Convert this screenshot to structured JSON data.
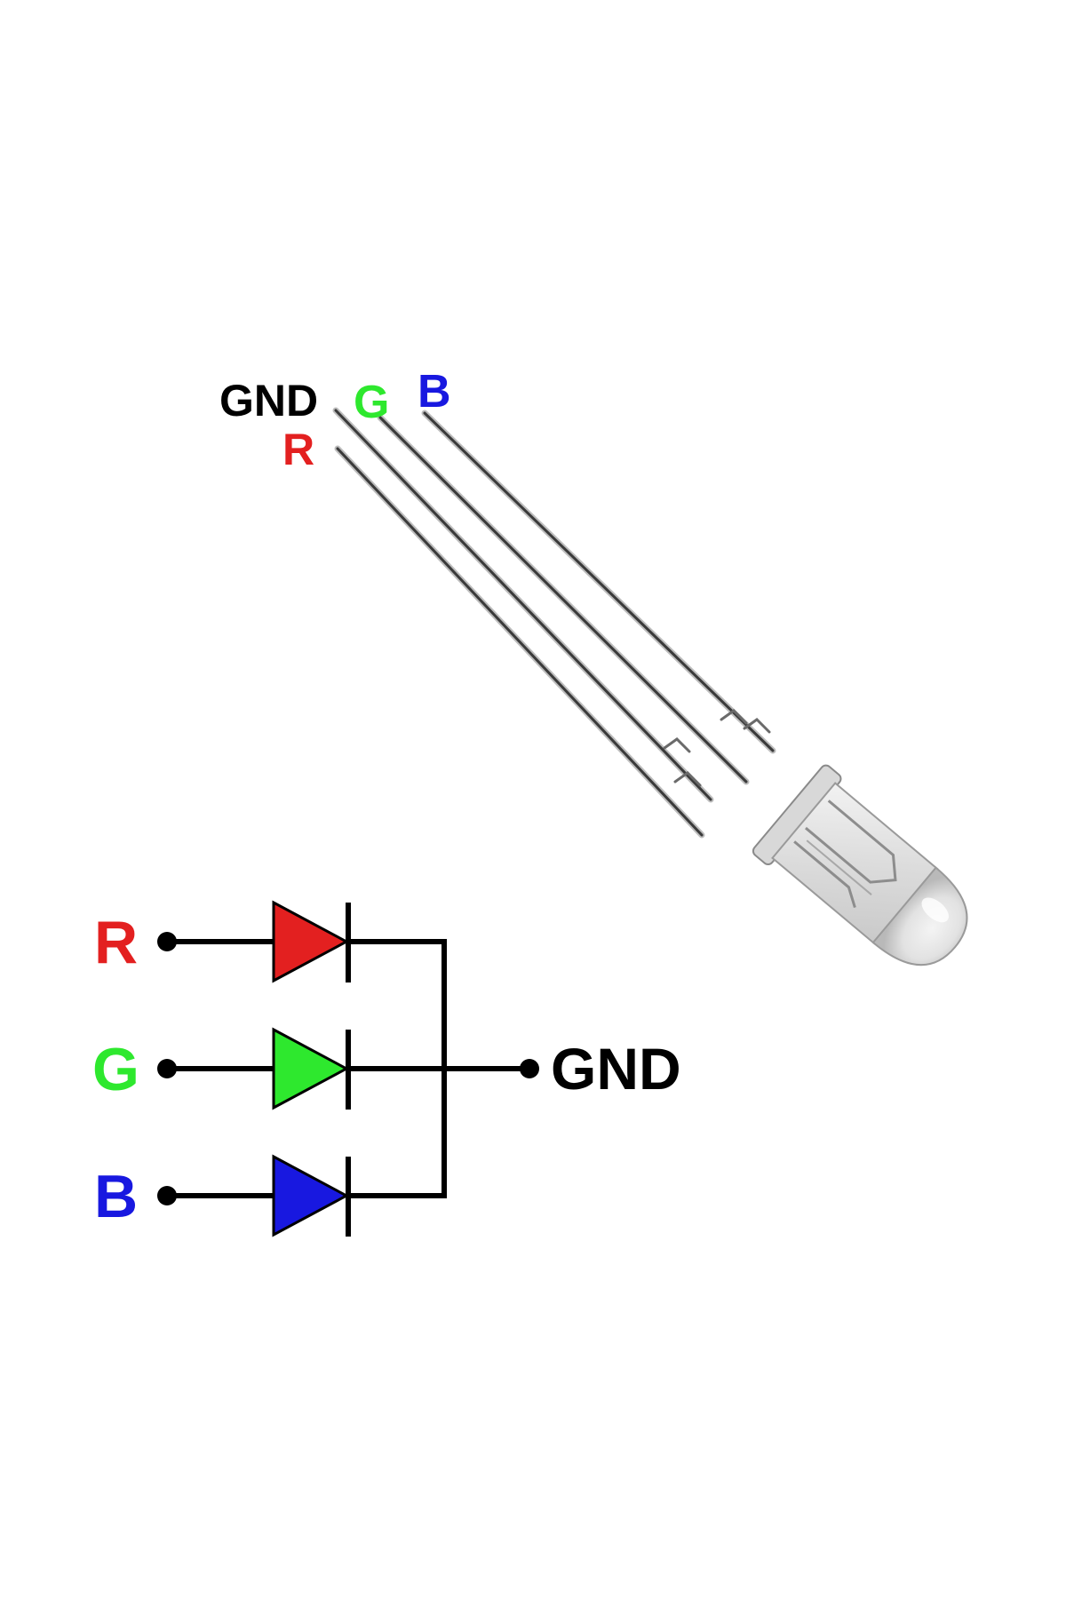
{
  "photo": {
    "pin_labels": {
      "gnd": "GND",
      "r": "R",
      "g": "G",
      "b": "B"
    }
  },
  "schematic": {
    "inputs": {
      "r": "R",
      "g": "G",
      "b": "B"
    },
    "output": "GND"
  },
  "colors": {
    "red": "#e32020",
    "green": "#2ee82e",
    "blue": "#1818e0",
    "black": "#000000",
    "lead": "#3a3a3a"
  }
}
